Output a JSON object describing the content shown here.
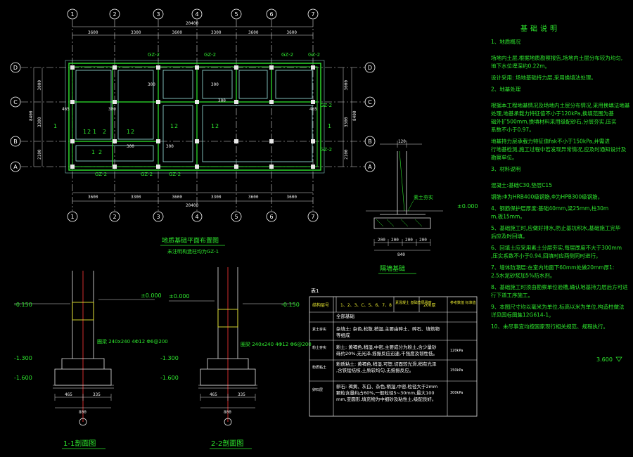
{
  "plan": {
    "axes_x": [
      "1",
      "2",
      "3",
      "4",
      "5",
      "6",
      "7"
    ],
    "axes_y": [
      "D",
      "C",
      "B",
      "A"
    ],
    "dims_top": [
      "3600",
      "3300",
      "3600",
      "3300",
      "3600",
      "3600"
    ],
    "dims_bottom": [
      "3600",
      "3300",
      "3600",
      "3300",
      "3600",
      "3600"
    ],
    "total_top": "20400",
    "total_bottom": "20400",
    "dims_left": [
      "3000",
      "3300",
      "2100"
    ],
    "total_left": "8400",
    "dims_right": [
      "3000",
      "3300",
      "2100"
    ],
    "total_right": "8400",
    "beam_labels": [
      "GZ-2",
      "GZ-2",
      "GZ-2",
      "GZ-2",
      "GZ-2",
      "GZ-2",
      "GZ-2",
      "GZ-2",
      "GZ-2"
    ],
    "plan_marks": [
      "1",
      "1",
      "1",
      "1",
      "1",
      "1",
      "1",
      "1",
      "2",
      "2",
      "2",
      "2",
      "2",
      "2"
    ],
    "local_dims": [
      "300",
      "300",
      "300",
      "300",
      "300",
      "300",
      "465",
      "465"
    ],
    "title": "地质基础平面布置图",
    "subtitle": "未注明构造柱均为GZ-1"
  },
  "detail": {
    "title": "隔墙基础",
    "top_dim": "120",
    "level": "±0.000",
    "bottom_dims": [
      "200",
      "200",
      "200",
      "200"
    ],
    "total": "840",
    "note": "素土夯实"
  },
  "section1": {
    "title": "1-1剖面图",
    "levels": [
      "-0.150",
      "±0.000",
      "-1.300",
      "-1.600"
    ],
    "dims": [
      "465",
      "335"
    ],
    "total": "800",
    "note": "圈梁 240x240 4Φ12 Φ6@200"
  },
  "section2": {
    "title": "2-2剖面图",
    "levels": [
      "±0.000",
      "-0.150",
      "-1.300",
      "-1.600"
    ],
    "dims": [
      "465",
      "335"
    ],
    "total": "800",
    "note": "圈梁 240x240 4Φ12 Φ6@200"
  },
  "table": {
    "tag": "表1",
    "header": [
      "结构层号",
      "1、2、3、C、5、6、7、8",
      "素混凝土\n基础垫层强度",
      "200厚",
      "参考数值\n标准值"
    ],
    "rows": [
      {
        "code": "",
        "text": "全部基础",
        "value": ""
      },
      {
        "code": "素土夯实",
        "text": "杂填土: 杂色,松散,稍湿,主要由碎土、碎石、填筑物等组成",
        "value": ""
      },
      {
        "code": "粉土夯实",
        "text": "粉土: 黄褐色,稍湿,中密,主要成分为粉土,含少量砂砾约20%,无光泽,摇振反应迅速,干强度及韧性低。",
        "value": "120kPa"
      },
      {
        "code": "粉质粘土",
        "text": "粉质粘土: 黄褐色,稍湿,可塑,切面较光滑,稍有光泽,含铁锰结核,土质较均匀,无摇振反应。",
        "value": "150kPa"
      },
      {
        "code": "卵石层",
        "text": "卵石: 褐黄、灰白、杂色,稍湿,中密,粒径大于2mm颗粒含量约占60%,一般粒径5~30mm,最大100mm,亚圆形,填充物为中细砂及粘性土,级配良好。",
        "value": "300kPa"
      }
    ]
  },
  "notes": {
    "title": "基础说明",
    "items": [
      "1、地质概况",
      "场地内土层,根据地质勘察报告,场地内土层分布较为均匀,地下水位埋深约0.22m。",
      "设计采用: 场地基础持力层,采用换填法处理。",
      "2、地基处理",
      "根据本工程地基情况及场地内土层分布情况,采用换填法地基处理,地基承载力特征值不小于120kPa,换填范围为基础外扩500mm,换填材料采用级配砂石,分层夯实,压实系数不小于0.97。",
      "地基持力层承载力特征值fak不小于150kPa,并需进行地基检测,施工过程中若发现异常情况,应及时通知设计及勘察单位。",
      "3、材料说明",
      "混凝土:基础C30,垫层C15",
      "钢筋:Φ为HRB400级钢筋,Φ为HPB300级钢筋。",
      "4、钢筋保护层厚度:基础40mm,梁25mm,柱30mm,板15mm。",
      "5、基础施工时,应做好排水,防止基坑积水,基础施工完毕后应及时回填。",
      "6、回填土应采用素土分层夯实,每层厚度不大于300mm,压实系数不小于0.94,回填时应两侧同时进行。",
      "7、墙体防潮层:在室内地面下60mm处做20mm厚1:2.5水泥砂浆加5%防水剂。",
      "8、基础施工时须由勘察单位验槽,确认地基持力层后方可进行下道工序施工。",
      "9、本图尺寸均以毫米为单位,标高以米为单位,构造柱做法详见国标图集12G614-1。",
      "10、未尽事宜均按国家现行相关规范、规程执行。"
    ],
    "level_mark": "3.600"
  }
}
